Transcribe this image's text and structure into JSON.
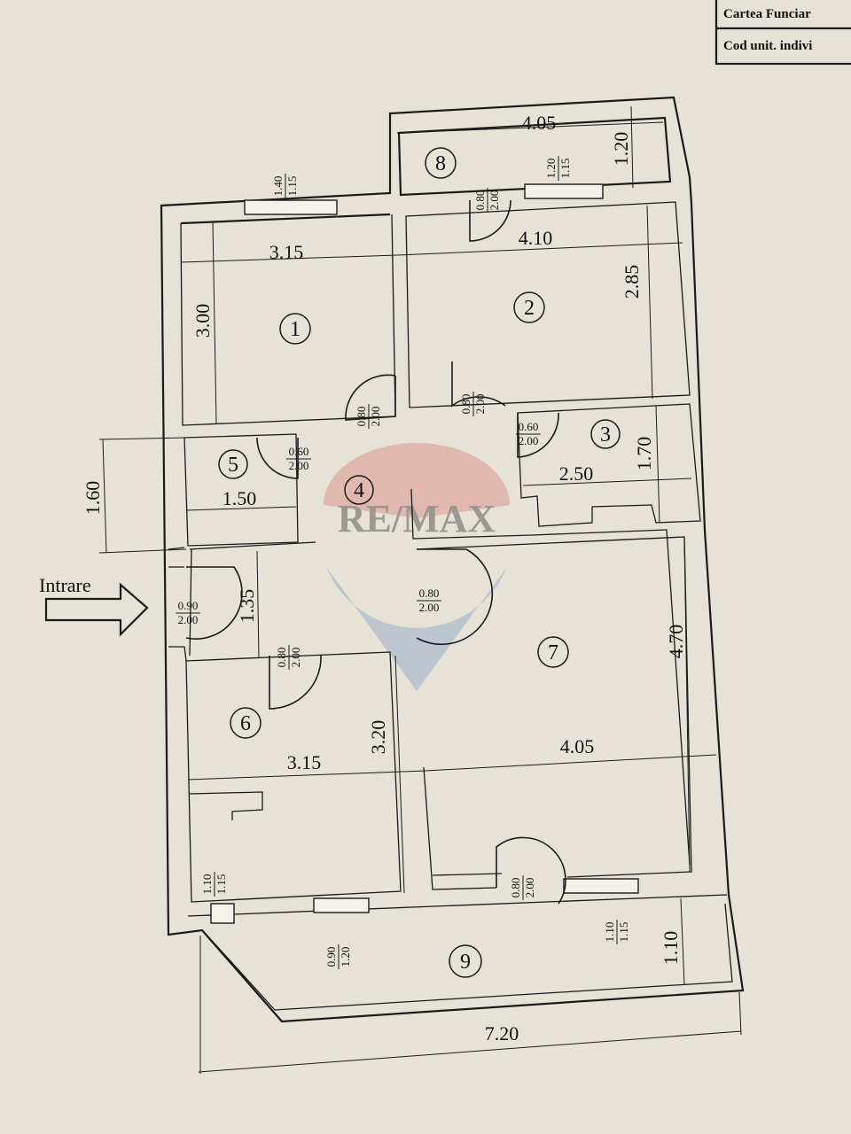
{
  "header": {
    "line1": "Cartea Funciar",
    "line2": "Cod unit. indivi"
  },
  "entrance_label": "Intrare",
  "rooms": [
    "1",
    "2",
    "3",
    "4",
    "5",
    "6",
    "7",
    "8",
    "9"
  ],
  "dimensions": {
    "r8_width": "4.05",
    "r8_depth": "1.20",
    "r1_width": "3.15",
    "r1_height": "3.00",
    "r2_width": "4.10",
    "r2_height": "2.85",
    "r3_width": "2.50",
    "r3_height": "1.70",
    "r5_width": "1.50",
    "r5_height": "1.60",
    "hall_height": "1.35",
    "r6_width": "3.15",
    "r6_height": "3.20",
    "r7_width": "4.05",
    "r7_height": "4.70",
    "r9_depth": "1.10",
    "total_width": "7.20"
  },
  "openings": {
    "win_r1": [
      "1.40",
      "1.15"
    ],
    "win_r2": [
      "1.20",
      "1.15"
    ],
    "door_r8": [
      "0.80",
      "2.00"
    ],
    "door_r1": [
      "0.80",
      "2.00"
    ],
    "door_r2": [
      "0.80",
      "2.00"
    ],
    "door_r3": [
      "0.60",
      "2.00"
    ],
    "door_r5": [
      "0.60",
      "2.00"
    ],
    "door_entry": [
      "0.90",
      "2.00"
    ],
    "door_r6": [
      "0.80",
      "2.00"
    ],
    "door_r7": [
      "0.80",
      "2.00"
    ],
    "door_r9": [
      "0.80",
      "2.00"
    ],
    "win_r6": [
      "1.10",
      "1.15"
    ],
    "win_r6_bottom": [
      "0.90",
      "1.20"
    ],
    "win_r7": [
      "1.10",
      "1.15"
    ]
  },
  "watermark": "RE/MAX"
}
